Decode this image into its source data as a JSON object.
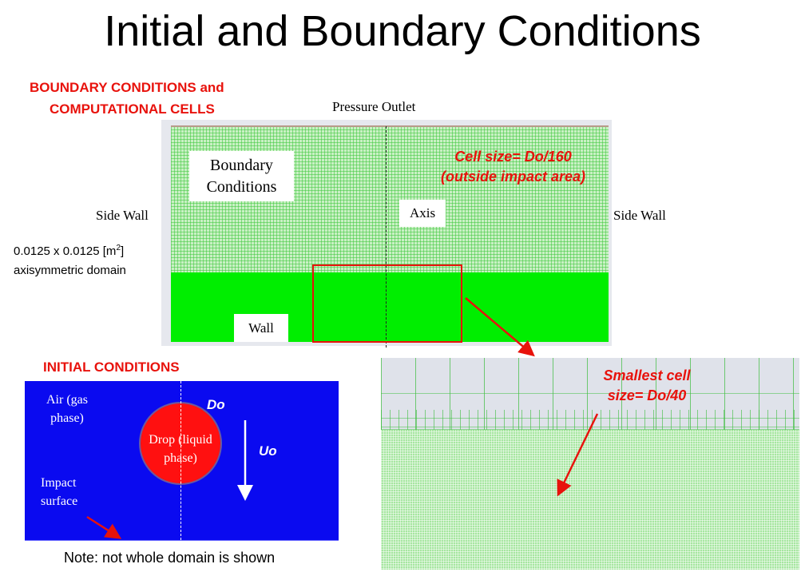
{
  "title": "Initial and Boundary Conditions",
  "boundary_section": {
    "heading_line1": "BOUNDARY CONDITIONS and",
    "heading_line2": "COMPUTATIONAL CELLS",
    "pressure_outlet": "Pressure Outlet",
    "side_wall_left": "Side Wall",
    "side_wall_right": "Side Wall",
    "domain_size": "0.0125 x 0.0125 [m",
    "domain_size_sup": "2",
    "domain_size_end": "]",
    "domain_type": "axisymmetric domain",
    "box_label_line1": "Boundary",
    "box_label_line2": "Conditions",
    "axis_label": "Axis",
    "wall_label": "Wall",
    "cell_size_line1": "Cell size= Do/160",
    "cell_size_line2": "(outside impact area)"
  },
  "zoom_section": {
    "smallest_line1": "Smallest cell",
    "smallest_line2": "size= Do/40"
  },
  "initial_section": {
    "heading": "INITIAL CONDITIONS",
    "air_line1": "Air (gas",
    "air_line2": "phase)",
    "drop_line1": "Drop (liquid",
    "drop_line2": "phase)",
    "do_label": "Do",
    "uo_label": "Uo",
    "impact_line1": "Impact",
    "impact_line2": "surface",
    "note": "Note: not whole domain is shown"
  },
  "colors": {
    "accent_red": "#e8120c",
    "blue": "#0a0af0",
    "green": "#00ee00"
  }
}
